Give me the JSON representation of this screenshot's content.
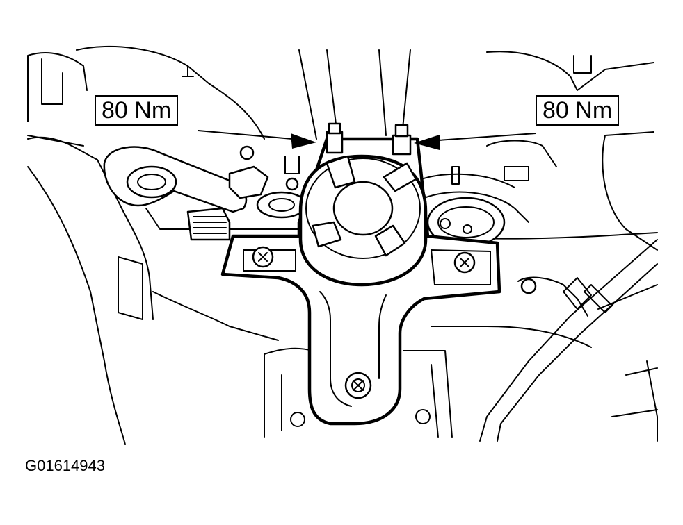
{
  "callouts": {
    "left_torque": "80 Nm",
    "right_torque": "80 Nm"
  },
  "figure_code": "G01614943",
  "colors": {
    "line": "#000000",
    "background": "#ffffff"
  },
  "icons": [
    "arrow-right-icon",
    "arrow-left-icon"
  ]
}
